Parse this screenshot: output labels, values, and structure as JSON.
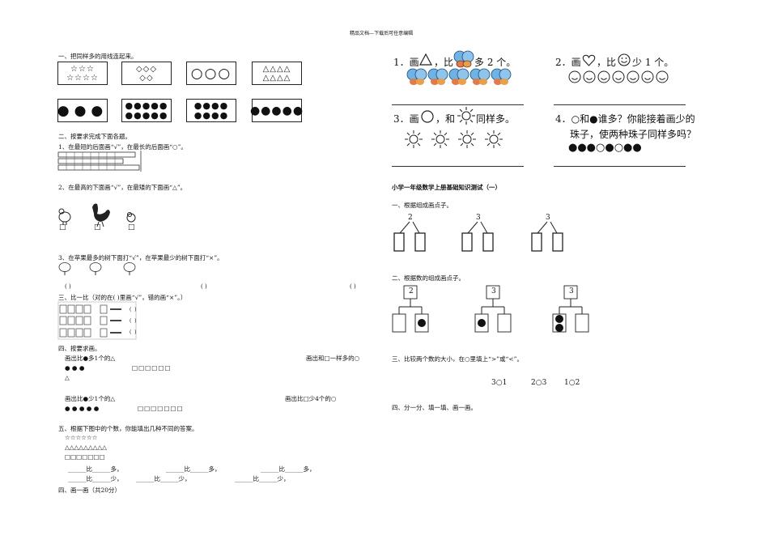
{
  "header": {
    "title": "精品文档---下载后可任意编辑"
  },
  "left": {
    "q1": {
      "title": "一、把同样多的用线连起来。",
      "top_boxes": [
        "☆☆☆\n☆☆☆☆",
        "◇◇◇\n◇◇",
        "○○○",
        "△△△△\n△△△△"
      ],
      "bottom_boxes": [
        "●●●",
        "●●●●●\n●●●●●",
        "●●●●\n●●●●",
        "●●●●●"
      ]
    },
    "q2": {
      "title": "二、按要求完成下面各题。",
      "item1": "1、在最短的后面画“√”，在最长的后面画“○”。",
      "item2": "2、在最高的下面画“√”，在最矮的下面画“△”。",
      "item2_boxes": [
        "□",
        "□",
        "□"
      ],
      "item3": "3、在苹果最多的树下面打“√”，在苹果最少的树下面打“×”。",
      "item3_parens": [
        "(        )",
        "(        )",
        "(        )"
      ]
    },
    "q3": {
      "title": "三、比一比（对的在( )里画“√”，错的画“×”。）"
    },
    "q4": {
      "title": "四、按要求画。",
      "a_label": "画出比●多1个的△",
      "a_dots": "● ● ●",
      "a_squares": "□□□□□□",
      "a_triangle": "△",
      "b_label": "画出和□一样多的○",
      "c_label": "画出比●少1个的△",
      "c_dots": "● ● ● ● ●",
      "c_squares": "□□□□□□□",
      "d_label": "画出比□少4个的○"
    },
    "q5": {
      "title": "五、根据下图中的个数，你能填出几种不同的答案。",
      "row1": "☆☆☆☆☆☆",
      "row2": "△△△△△△△△△",
      "row3": "□□□□□□□",
      "fill1": [
        "______比______多，",
        "______比______多，",
        "______比______多，"
      ],
      "fill2": [
        "______比______少，",
        "______比______少，",
        "______比______少，"
      ]
    },
    "q6": {
      "title": "四、画一画（共20分）"
    }
  },
  "right": {
    "cell1": {
      "prefix": "1．画",
      "mid": "，比",
      "suffix": "多 2 个。"
    },
    "cell2": {
      "prefix": "2．画",
      "mid": "，比",
      "suffix": "少 1 个。"
    },
    "cell3": {
      "prefix": "3．画",
      "mid": "，和",
      "suffix": "同样多。"
    },
    "cell4": {
      "line1": "4．○和●谁多？你能接着画少的",
      "line2": "珠子，使两种珠子同样多吗？",
      "beads": "●●●○●○●●"
    },
    "test": {
      "title": "小学一年级数学上册基础知识测试（一）",
      "s1": "一、根据组成画点子。",
      "s1_numbers": [
        "2",
        "3",
        "3"
      ],
      "s2": "二、根据数的组成画点子。",
      "s2_numbers": [
        "2",
        "3",
        "3"
      ],
      "s3": "三、比较两个数的大小，在○里填上“>”或“<”。",
      "s3_items": [
        "3○1",
        "2○3",
        "1○2"
      ],
      "s4": "四、分一分、填一填、画一画。"
    }
  }
}
